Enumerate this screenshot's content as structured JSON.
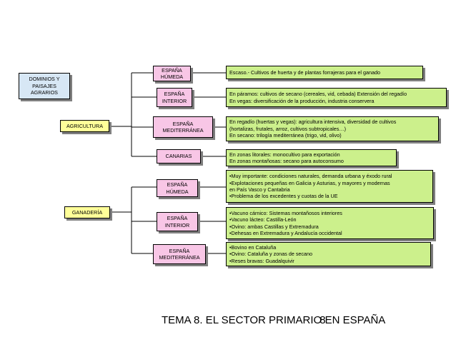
{
  "root": "DOMINIOS Y PAISAJES AGRARIOS",
  "branches": [
    {
      "label": "AGRICULTURA",
      "regions": [
        {
          "label": "ESPAÑA HÚMEDA",
          "lines": [
            "Escaso.- Cultivos de huerta y de plantas forrajeras para el ganado"
          ]
        },
        {
          "label": "ESPAÑA INTERIOR",
          "lines": [
            "En páramos: cultivos de secano (cereales, vid, cebada) Extensión del regadío",
            "En vegas: diversificación de la producción, industria conservera"
          ]
        },
        {
          "label": "ESPAÑA MEDITERRÁNEA",
          "lines": [
            "En regadío (huertas y vegas): agricultura intensiva, diversidad de cultivos",
            "(hortalizas, frutales, arroz, cultivos subtropicales…)",
            "En secano: trilogía mediterránea (trigo, vid, olivo)"
          ]
        },
        {
          "label": "CANARIAS",
          "lines": [
            "En zonas litorales: monocultivo para exportación",
            "En zonas montañosas: secano para autoconsumo"
          ]
        }
      ]
    },
    {
      "label": "GANADERÍA",
      "regions": [
        {
          "label": "ESPAÑA HÚMEDA",
          "lines": [
            "•Muy importante: condiciones naturales, demanda urbana y éxodo rural",
            "•Explotaciones pequeñas en Galicia y Asturias, y mayores y modernas",
            "en País Vasco y Cantabria",
            "•Problema de los excedentes y cuotas de la UE"
          ]
        },
        {
          "label": "ESPAÑA INTERIOR",
          "lines": [
            "•Vacuno cárnico: Sistemas montañosos interiores",
            "•Vacuno lácteo: Castilla-León",
            "•Ovino: ambas Castillas y Extremadura",
            "•Dehesas en Extremadura y Andalucía occidental"
          ]
        },
        {
          "label": "ESPAÑA MEDITERRÁNEA",
          "lines": [
            "•Bovino en Cataluña",
            "•Ovino: Cataluña y zonas de secano",
            "•Reses bravas: Guadalquivir"
          ]
        }
      ]
    }
  ],
  "footer": {
    "before": "TEMA 8. EL SECTOR PRIMARIO",
    "page": "8",
    "after": "EN ESPAÑA"
  },
  "colors": {
    "root": "#d7e7f5",
    "branch": "#ffff99",
    "region": "#f8c6e6",
    "description": "#ccf08c"
  }
}
